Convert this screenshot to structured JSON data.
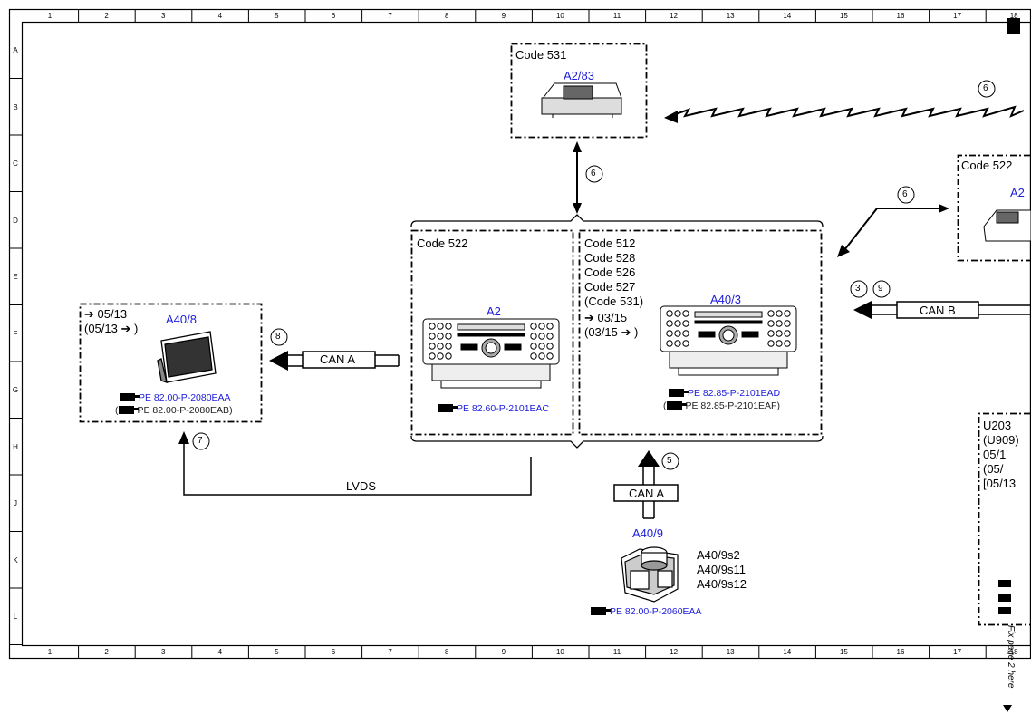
{
  "grid": {
    "columns": [
      "1",
      "2",
      "3",
      "4",
      "5",
      "6",
      "7",
      "8",
      "9",
      "10",
      "11",
      "12",
      "13",
      "14",
      "15",
      "16",
      "17",
      "18"
    ],
    "rows": [
      "A",
      "B",
      "C",
      "D",
      "E",
      "F",
      "G",
      "H",
      "J",
      "K",
      "L"
    ]
  },
  "top_right_code": {
    "title": "Code 531",
    "component": "A2/83",
    "connection_label": "6"
  },
  "left_right_code": {
    "title": "Code 522",
    "component": "A2",
    "connection_label": "6"
  },
  "head_unit_left": {
    "title": "Code 522",
    "component": "A2",
    "ref": "PE 82.60-P-2101EAC"
  },
  "head_unit_right": {
    "codes": [
      "Code 512",
      "Code 528",
      "Code 526",
      "Code 527",
      "(Code 531)"
    ],
    "date1": "03/15",
    "date2_prefix": "(03/15",
    "date2_suffix": ")",
    "component": "A40/3",
    "ref1": "PE 82.85-P-2101EAD",
    "ref2": "PE 82.85-P-2101EAF"
  },
  "display": {
    "date1": "05/13",
    "date2_prefix": "(05/13",
    "date2_suffix": ")",
    "component": "A40/8",
    "ref1": "PE 82.00-P-2080EAA",
    "ref2": "PE 82.00-P-2080EAB"
  },
  "controller": {
    "component": "A40/9",
    "subs": [
      "A40/9s2",
      "A40/9s11",
      "A40/9s12"
    ],
    "ref": "PE 82.00-P-2060EAA"
  },
  "u203_box": {
    "lines": [
      "U203",
      "(U909)",
      "05/1",
      "(05/",
      "[05/13"
    ]
  },
  "buses": {
    "can_a_left": "CAN A",
    "can_a_bottom": "CAN A",
    "can_b": "CAN B",
    "lvds": "LVDS"
  },
  "circle_labels": {
    "c6_top_right": "6",
    "c6_vertical": "6",
    "c6_diag": "6",
    "c3": "3",
    "c9": "9",
    "c8": "8",
    "c7": "7",
    "c5": "5"
  },
  "side_note": "Fix page 2 here"
}
